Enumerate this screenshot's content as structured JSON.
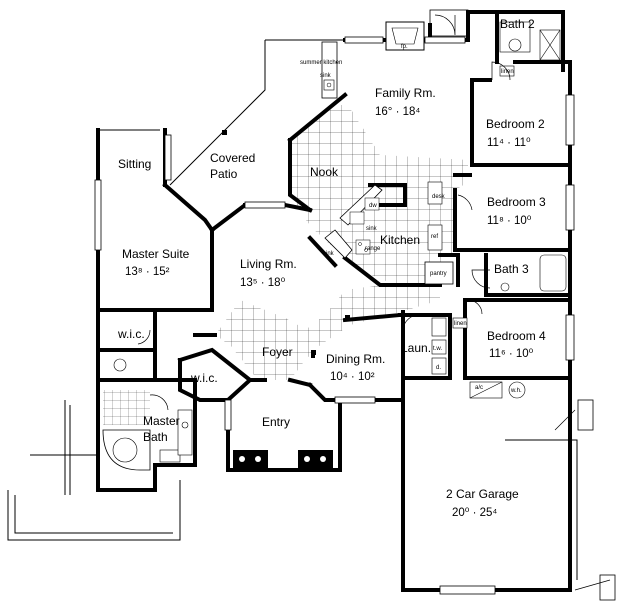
{
  "rooms": {
    "family": {
      "name": "Family Rm.",
      "dim": "16° · 18⁴"
    },
    "bedroom2": {
      "name": "Bedroom 2",
      "dim": "11⁴ · 11⁰"
    },
    "bath2": {
      "name": "Bath 2"
    },
    "sitting": {
      "name": "Sitting"
    },
    "patio": {
      "name": "Covered Patio"
    },
    "nook": {
      "name": "Nook"
    },
    "bedroom3": {
      "name": "Bedroom 3",
      "dim": "11⁸ · 10⁰"
    },
    "kitchen": {
      "name": "Kitchen"
    },
    "master": {
      "name": "Master Suite",
      "dim": "13⁸ · 15²"
    },
    "living": {
      "name": "Living Rm.",
      "dim": "13⁵ · 18⁰"
    },
    "bath3": {
      "name": "Bath 3"
    },
    "wic1": {
      "name": "w.i.c."
    },
    "foyer": {
      "name": "Foyer"
    },
    "dining": {
      "name": "Dining Rm.",
      "dim": "10⁴ · 10²"
    },
    "laundry": {
      "name": "Laun."
    },
    "bedroom4": {
      "name": "Bedroom 4",
      "dim": "11⁶ · 10⁰"
    },
    "wic2": {
      "name": "w.i.c."
    },
    "masterbath": {
      "name": "Master Bath"
    },
    "entry": {
      "name": "Entry"
    },
    "garage": {
      "name": "2 Car Garage",
      "dim": "20⁰ · 25⁴"
    }
  },
  "fixtures": {
    "fp": "fp.",
    "summer_kitchen": "summer kitchen",
    "sink": "sink",
    "desk": "desk",
    "ref": "ref",
    "dw": "dw",
    "range": "range",
    "pantry": "pantry",
    "linen": "linen",
    "tw": "t.w.",
    "d": "d.",
    "ac": "a/c",
    "wh": "w.h."
  }
}
